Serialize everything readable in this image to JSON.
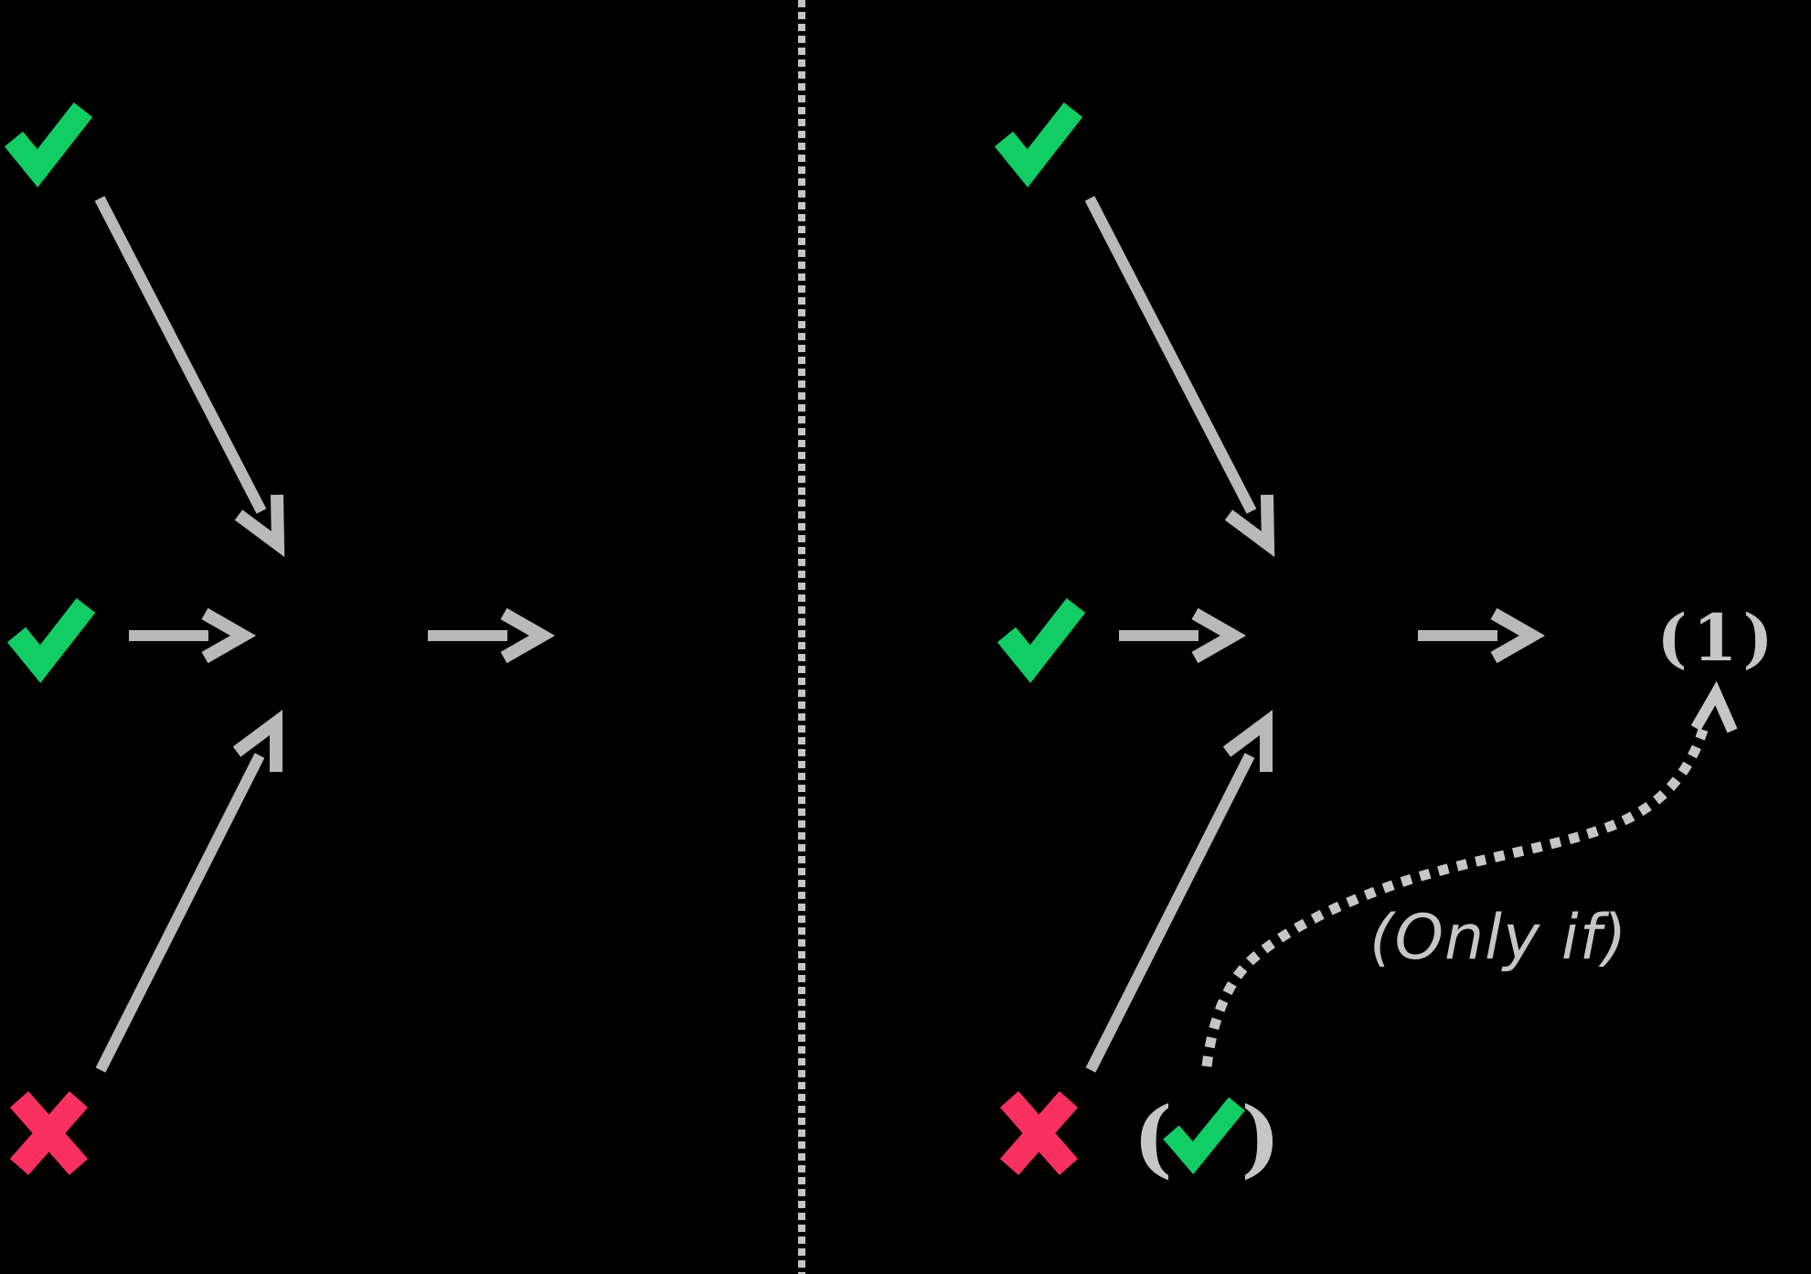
{
  "colors": {
    "background": "#000000",
    "arrow": "#b9b9b9",
    "annotation": "#c6c6c6",
    "success": "#12cd63",
    "failure": "#f8315f"
  },
  "divider": {
    "style": "vertical-dotted"
  },
  "left_panel": {
    "top_icon": "check",
    "middle_icon": "check",
    "bottom_icon": "cross",
    "arrows": [
      "top-to-center",
      "middle-to-center",
      "bottom-to-center",
      "center-to-output"
    ]
  },
  "right_panel": {
    "top_icon": "check",
    "middle_icon": "check",
    "bottom_icon": "cross",
    "conditional_icon": "check",
    "conditional_paren_open": "(",
    "conditional_paren_close": ")",
    "output_label": "(1)",
    "only_if_label": "(Only if)",
    "arrows": [
      "top-to-center",
      "middle-to-center",
      "bottom-to-center",
      "center-to-output",
      "dotted-conditional-to-output"
    ]
  }
}
